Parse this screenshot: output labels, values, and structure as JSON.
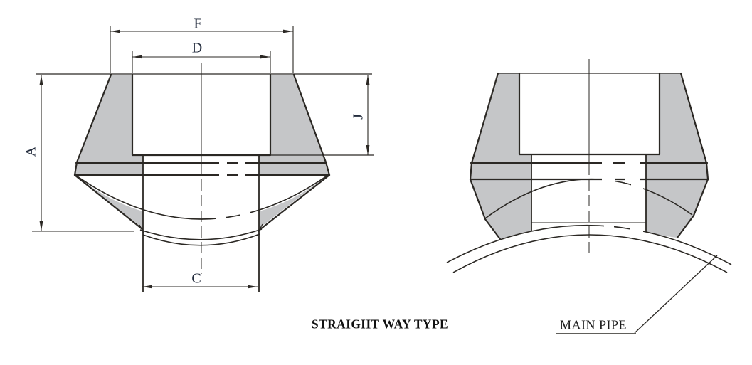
{
  "page": {
    "background": "#ffffff"
  },
  "diagram": {
    "caption": "STRAIGHT WAY TYPE",
    "pipe_callout": "MAIN PIPE",
    "dimension_labels": {
      "top_outer_width": "F",
      "socket_bore": "D",
      "overall_height": "A",
      "socket_depth": "J",
      "bottom_bore": "C"
    },
    "colors": {
      "line": "#2b2824",
      "body_fill": "#c5c6c8",
      "dimension_label": "#232c3d",
      "caption_text": "#111111"
    }
  }
}
